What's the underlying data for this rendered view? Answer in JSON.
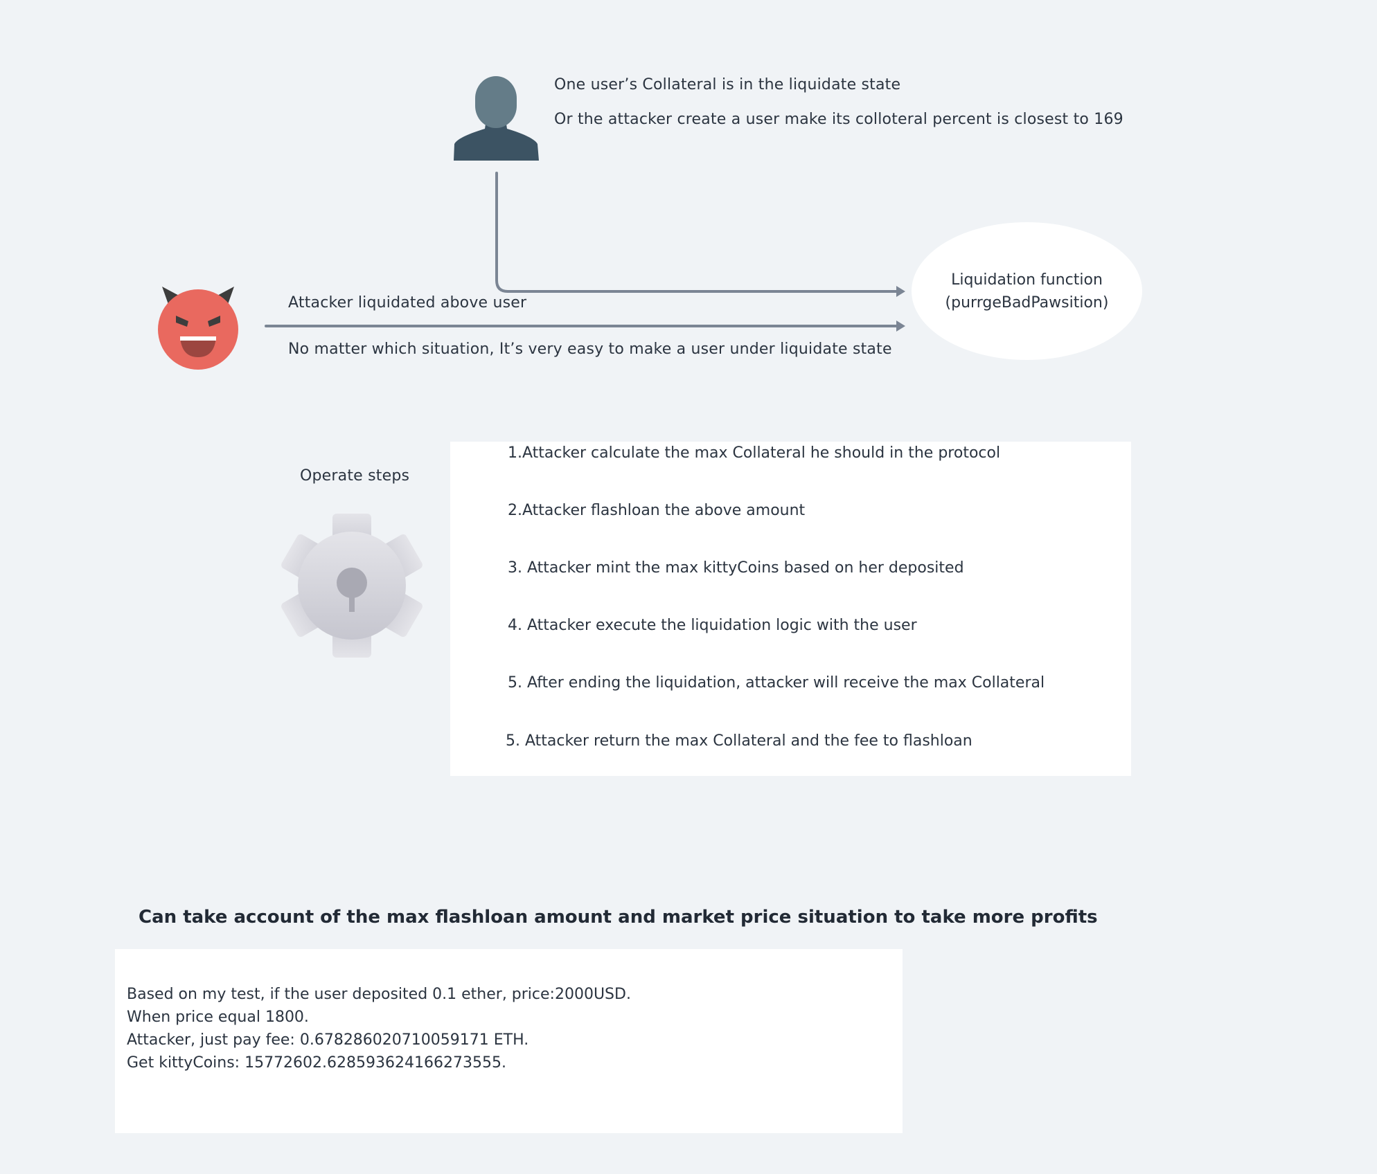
{
  "user_notes": [
    "One user’s Collateral is in the liquidate state",
    "Or the attacker create a user make its colloteral percent is closest to 169"
  ],
  "attacker_labels": {
    "above": "Attacker liquidated above user",
    "below": "No matter which situation, It’s very easy to make a user under  liquidate state"
  },
  "liquidation": {
    "line1": "Liquidation function",
    "line2": "(purrgeBadPawsition)"
  },
  "operate_steps_label": "Operate steps",
  "steps": [
    "1.Attacker calculate the max Collateral he should in the protocol",
    "2.Attacker flashloan the above amount",
    "3. Attacker mint the max kittyCoins based on her deposited",
    "4. Attacker execute the liquidation logic with the user",
    "5. After ending the liquidation, attacker will receive the max Collateral",
    "5.  Attacker return  the max Collateral  and the fee to flashloan"
  ],
  "heading": "Can take account of the max flashloan amount  and market price situation to take more profits",
  "result_lines": [
    "Based on my test, if the user deposited 0.1 ether, price:2000USD.",
    "When price equal 1800.",
    "Attacker, just pay fee: 0.678286020710059171 ETH.",
    "Get kittyCoins: 15772602.628593624166273555."
  ],
  "icons": {
    "user": "user-icon",
    "devil": "devil-face-icon",
    "gear": "gear-icon"
  },
  "colors": {
    "background": "#f0f3f6",
    "arrow": "#7b8594",
    "devil_face": "#e9695f",
    "user_head": "#647c88",
    "user_body": "#3c5363"
  }
}
